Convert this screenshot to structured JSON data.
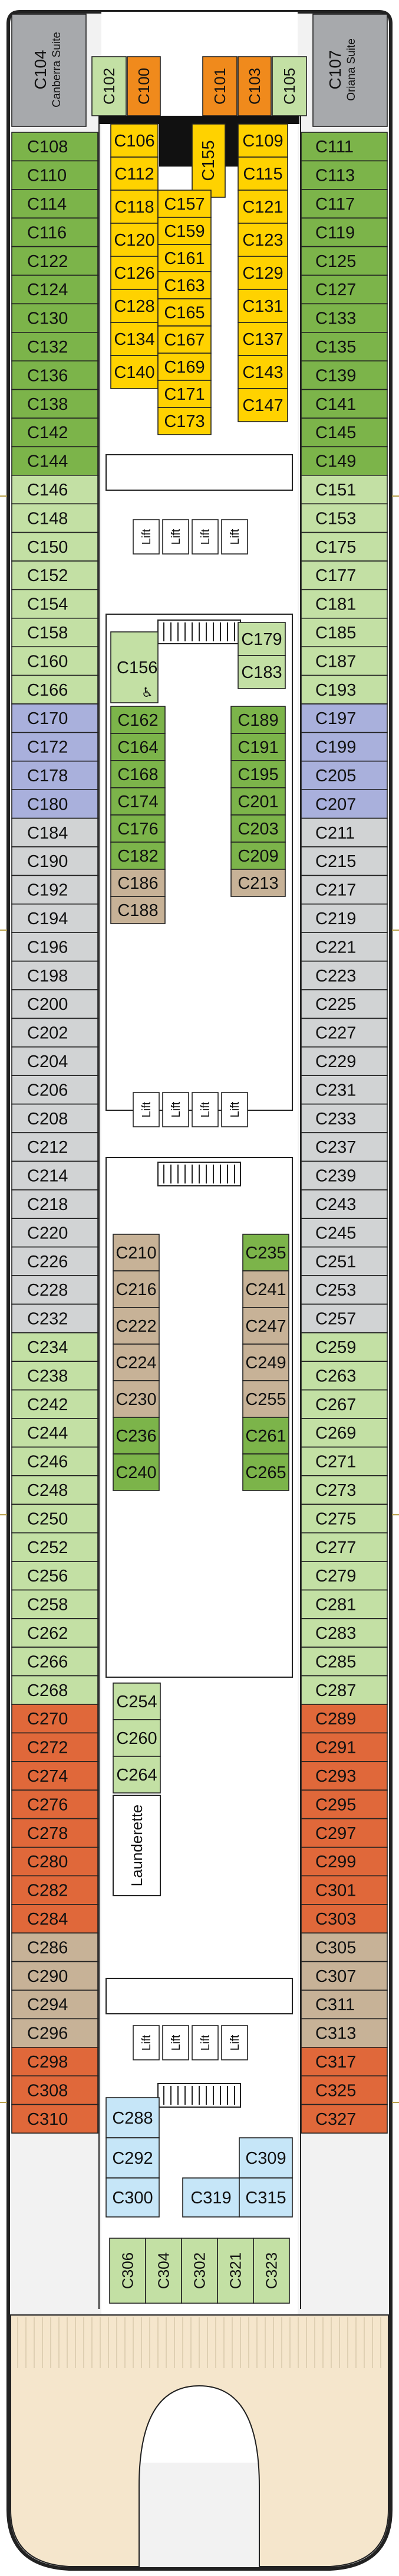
{
  "colors": {
    "dark_green": "#7cb44a",
    "light_green": "#c3e0a4",
    "yellow": "#ffd200",
    "orange": "#f08a1c",
    "grey": "#d1d3d4",
    "lilac": "#a9b0dc",
    "tan": "#c7b297",
    "light_blue": "#c6e6f8",
    "rust": "#e0683a",
    "suite_grey": "#a7a9ac",
    "stern_deck": "#f5e6cc"
  },
  "suites": [
    {
      "id": "c104",
      "label": "C104",
      "sub": "Canberra Suite"
    },
    {
      "id": "c107",
      "label": "C107",
      "sub": "Oriana Suite"
    }
  ],
  "port_cabins": [
    [
      "C108",
      "dark_green"
    ],
    [
      "C110",
      "dark_green"
    ],
    [
      "C114",
      "dark_green"
    ],
    [
      "C116",
      "dark_green"
    ],
    [
      "C122",
      "dark_green"
    ],
    [
      "C124",
      "dark_green"
    ],
    [
      "C130",
      "dark_green"
    ],
    [
      "C132",
      "dark_green"
    ],
    [
      "C136",
      "dark_green"
    ],
    [
      "C138",
      "dark_green"
    ],
    [
      "C142",
      "dark_green"
    ],
    [
      "C144",
      "dark_green"
    ],
    [
      "C146",
      "light_green"
    ],
    [
      "C148",
      "light_green"
    ],
    [
      "C150",
      "light_green"
    ],
    [
      "C152",
      "light_green"
    ],
    [
      "C154",
      "light_green"
    ],
    [
      "C158",
      "light_green"
    ],
    [
      "C160",
      "light_green"
    ],
    [
      "C166",
      "light_green"
    ],
    [
      "C170",
      "lilac"
    ],
    [
      "C172",
      "lilac"
    ],
    [
      "C178",
      "lilac"
    ],
    [
      "C180",
      "lilac"
    ],
    [
      "C184",
      "grey"
    ],
    [
      "C190",
      "grey"
    ],
    [
      "C192",
      "grey"
    ],
    [
      "C194",
      "grey"
    ],
    [
      "C196",
      "grey"
    ],
    [
      "C198",
      "grey"
    ],
    [
      "C200",
      "grey"
    ],
    [
      "C202",
      "grey"
    ],
    [
      "C204",
      "grey"
    ],
    [
      "C206",
      "grey"
    ],
    [
      "C208",
      "grey"
    ],
    [
      "C212",
      "grey"
    ],
    [
      "C214",
      "grey"
    ],
    [
      "C218",
      "grey"
    ],
    [
      "C220",
      "grey"
    ],
    [
      "C226",
      "grey"
    ],
    [
      "C228",
      "grey"
    ],
    [
      "C232",
      "grey"
    ],
    [
      "C234",
      "light_green"
    ],
    [
      "C238",
      "light_green"
    ],
    [
      "C242",
      "light_green"
    ],
    [
      "C244",
      "light_green"
    ],
    [
      "C246",
      "light_green"
    ],
    [
      "C248",
      "light_green"
    ],
    [
      "C250",
      "light_green"
    ],
    [
      "C252",
      "light_green"
    ],
    [
      "C256",
      "light_green"
    ],
    [
      "C258",
      "light_green"
    ],
    [
      "C262",
      "light_green"
    ],
    [
      "C266",
      "light_green"
    ],
    [
      "C268",
      "light_green"
    ],
    [
      "C270",
      "rust"
    ],
    [
      "C272",
      "rust"
    ],
    [
      "C274",
      "rust"
    ],
    [
      "C276",
      "rust"
    ],
    [
      "C278",
      "rust"
    ],
    [
      "C280",
      "rust"
    ],
    [
      "C282",
      "rust"
    ],
    [
      "C284",
      "rust"
    ],
    [
      "C286",
      "tan"
    ],
    [
      "C290",
      "tan"
    ],
    [
      "C294",
      "tan"
    ],
    [
      "C296",
      "tan"
    ],
    [
      "C298",
      "rust"
    ],
    [
      "C308",
      "rust"
    ],
    [
      "C310",
      "rust"
    ]
  ],
  "stbd_cabins": [
    [
      "C111",
      "dark_green"
    ],
    [
      "C113",
      "dark_green"
    ],
    [
      "C117",
      "dark_green"
    ],
    [
      "C119",
      "dark_green"
    ],
    [
      "C125",
      "dark_green"
    ],
    [
      "C127",
      "dark_green"
    ],
    [
      "C133",
      "dark_green"
    ],
    [
      "C135",
      "dark_green"
    ],
    [
      "C139",
      "dark_green"
    ],
    [
      "C141",
      "dark_green"
    ],
    [
      "C145",
      "dark_green"
    ],
    [
      "C149",
      "dark_green"
    ],
    [
      "C151",
      "light_green"
    ],
    [
      "C153",
      "light_green"
    ],
    [
      "C175",
      "light_green"
    ],
    [
      "C177",
      "light_green"
    ],
    [
      "C181",
      "light_green"
    ],
    [
      "C185",
      "light_green"
    ],
    [
      "C187",
      "light_green"
    ],
    [
      "C193",
      "light_green"
    ],
    [
      "C197",
      "lilac"
    ],
    [
      "C199",
      "lilac"
    ],
    [
      "C205",
      "lilac"
    ],
    [
      "C207",
      "lilac"
    ],
    [
      "C211",
      "grey"
    ],
    [
      "C215",
      "grey"
    ],
    [
      "C217",
      "grey"
    ],
    [
      "C219",
      "grey"
    ],
    [
      "C221",
      "grey"
    ],
    [
      "C223",
      "grey"
    ],
    [
      "C225",
      "grey"
    ],
    [
      "C227",
      "grey"
    ],
    [
      "C229",
      "grey"
    ],
    [
      "C231",
      "grey"
    ],
    [
      "C233",
      "grey"
    ],
    [
      "C237",
      "grey"
    ],
    [
      "C239",
      "grey"
    ],
    [
      "C243",
      "grey"
    ],
    [
      "C245",
      "grey"
    ],
    [
      "C251",
      "grey"
    ],
    [
      "C253",
      "grey"
    ],
    [
      "C257",
      "grey"
    ],
    [
      "C259",
      "light_green"
    ],
    [
      "C263",
      "light_green"
    ],
    [
      "C267",
      "light_green"
    ],
    [
      "C269",
      "light_green"
    ],
    [
      "C271",
      "light_green"
    ],
    [
      "C273",
      "light_green"
    ],
    [
      "C275",
      "light_green"
    ],
    [
      "C277",
      "light_green"
    ],
    [
      "C279",
      "light_green"
    ],
    [
      "C281",
      "light_green"
    ],
    [
      "C283",
      "light_green"
    ],
    [
      "C285",
      "light_green"
    ],
    [
      "C287",
      "light_green"
    ],
    [
      "C289",
      "rust"
    ],
    [
      "C291",
      "rust"
    ],
    [
      "C293",
      "rust"
    ],
    [
      "C295",
      "rust"
    ],
    [
      "C297",
      "rust"
    ],
    [
      "C299",
      "rust"
    ],
    [
      "C301",
      "rust"
    ],
    [
      "C303",
      "rust"
    ],
    [
      "C305",
      "tan"
    ],
    [
      "C307",
      "tan"
    ],
    [
      "C311",
      "tan"
    ],
    [
      "C313",
      "tan"
    ],
    [
      "C317",
      "rust"
    ],
    [
      "C325",
      "rust"
    ],
    [
      "C327",
      "rust"
    ]
  ],
  "bow_small_cabins": [
    [
      "C102",
      "light_green"
    ],
    [
      "C100",
      "orange"
    ],
    [
      "C101",
      "orange"
    ],
    [
      "C103",
      "orange"
    ],
    [
      "C105",
      "light_green"
    ]
  ],
  "center_fwd_left": [
    "C106",
    "C112",
    "C118",
    "C120",
    "C126",
    "C128",
    "C134",
    "C140"
  ],
  "center_fwd_mid_a": [
    "C155"
  ],
  "center_fwd_mid_b": [
    "C157",
    "C159",
    "C161",
    "C163",
    "C165",
    "C167",
    "C169",
    "C171",
    "C173"
  ],
  "center_fwd_right": [
    "C109",
    "C115",
    "C121",
    "C123",
    "C129",
    "C131",
    "C137",
    "C143",
    "C147"
  ],
  "mid1_accessible": [
    "C156",
    "C179",
    "C183"
  ],
  "mid1_left": [
    [
      "C162",
      "dark_green"
    ],
    [
      "C164",
      "dark_green"
    ],
    [
      "C168",
      "dark_green"
    ],
    [
      "C174",
      "dark_green"
    ],
    [
      "C176",
      "dark_green"
    ],
    [
      "C182",
      "dark_green"
    ],
    [
      "C186",
      "tan"
    ],
    [
      "C188",
      "tan"
    ]
  ],
  "mid1_right": [
    [
      "C189",
      "dark_green"
    ],
    [
      "C191",
      "dark_green"
    ],
    [
      "C195",
      "dark_green"
    ],
    [
      "C201",
      "dark_green"
    ],
    [
      "C203",
      "dark_green"
    ],
    [
      "C209",
      "dark_green"
    ],
    [
      "C213",
      "tan"
    ]
  ],
  "mid2_left": [
    [
      "C210",
      "tan"
    ],
    [
      "C216",
      "tan"
    ],
    [
      "C222",
      "tan"
    ],
    [
      "C224",
      "tan"
    ],
    [
      "C230",
      "tan"
    ],
    [
      "C236",
      "dark_green"
    ],
    [
      "C240",
      "dark_green"
    ]
  ],
  "mid2_right": [
    [
      "C235",
      "dark_green"
    ],
    [
      "C241",
      "tan"
    ],
    [
      "C247",
      "tan"
    ],
    [
      "C249",
      "tan"
    ],
    [
      "C255",
      "tan"
    ],
    [
      "C261",
      "dark_green"
    ],
    [
      "C265",
      "dark_green"
    ]
  ],
  "mid3_left": [
    "C254",
    "C260",
    "C264"
  ],
  "launderette": "Launderette",
  "aft_blue": [
    "C288",
    "C292",
    "C300",
    "C319",
    "C309",
    "C315"
  ],
  "aft_strip": [
    "C306",
    "C304",
    "C302",
    "C321",
    "C323"
  ],
  "lift_label": "Lift"
}
